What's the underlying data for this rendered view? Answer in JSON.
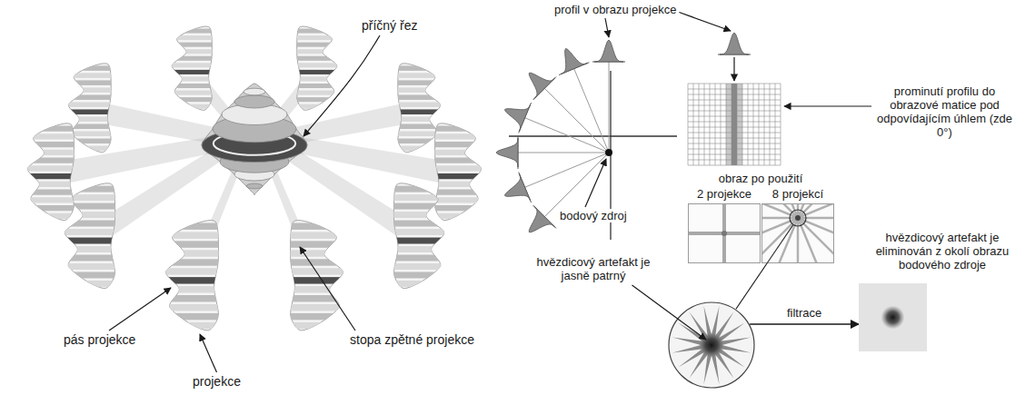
{
  "diagram": {
    "nodes": [
      {
        "text": [
          "2 projekce"
        ]
      },
      {
        "text": [
          "8 projekcí"
        ]
      },
      {
        "text": [
          "hvězdicový artefakt je jasně patrný"
        ]
      },
      {
        "text": [
          "hvězdicový artefakt je eliminován z okolí obrazu bodového zdroje"
        ]
      }
    ],
    "edges": [
      {
        "from": 1,
        "to": 2,
        "arrow": "none"
      },
      {
        "from": 2,
        "to": 3,
        "label": "filtrace",
        "arrow": "to"
      }
    ],
    "labels": [
      "příčný řez",
      "pás projekce",
      "stopa zpětné projekce",
      "projekce",
      "profil v obrazu projekce",
      "prominutí profilu do obrazové matice pod odpovídajícím úhlem (zde 0°)",
      "bodový zdroj",
      "obraz po použití"
    ]
  }
}
